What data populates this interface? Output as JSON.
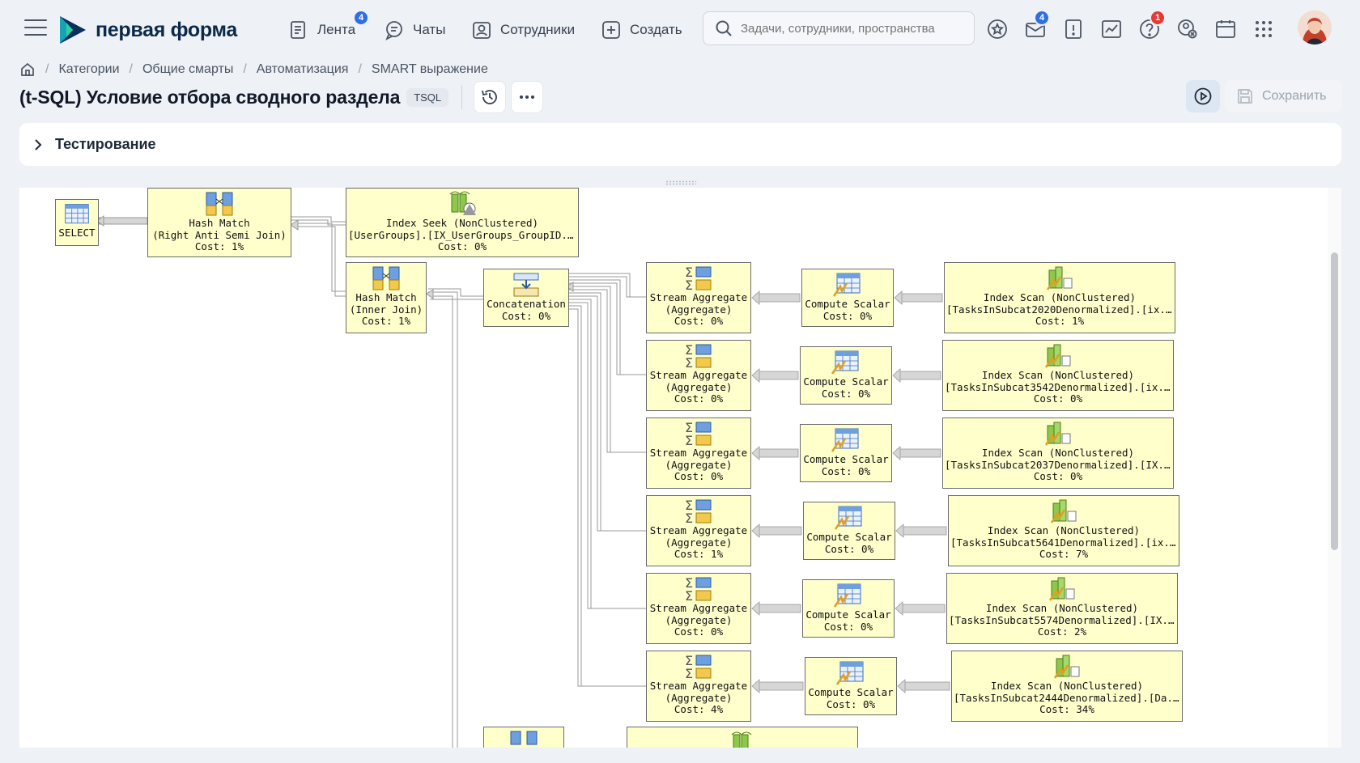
{
  "app": {
    "logo_text": "первая форма"
  },
  "nav": {
    "feed": {
      "label": "Лента",
      "badge": "4"
    },
    "chats": {
      "label": "Чаты"
    },
    "employees": {
      "label": "Сотрудники"
    },
    "create": {
      "label": "Создать"
    }
  },
  "search": {
    "placeholder": "Задачи, сотрудники, пространства"
  },
  "toolbar_badges": {
    "mail": "4",
    "help": "1"
  },
  "breadcrumb": [
    "Категории",
    "Общие смарты",
    "Автоматизация",
    "SMART выражение"
  ],
  "page": {
    "title": "(t-SQL) Условие отбора сводного раздела",
    "tag": "TSQL",
    "save_label": "Сохранить"
  },
  "testing": {
    "label": "Тестирование"
  },
  "plan": {
    "select": {
      "label": "SELECT"
    },
    "hash_anti": {
      "l1": "Hash Match",
      "l2": "(Right Anti Semi Join)",
      "l3": "Cost: 1%"
    },
    "index_seek": {
      "l1": "Index Seek (NonClustered)",
      "l2": "[UserGroups].[IX_UserGroups_GroupID...",
      "l3": "Cost: 0%"
    },
    "hash_inner": {
      "l1": "Hash Match",
      "l2": "(Inner Join)",
      "l3": "Cost: 1%"
    },
    "concat": {
      "l1": "Concatenation",
      "l2": "Cost: 0%"
    },
    "rows": [
      {
        "agg_cost": "Cost: 0%",
        "cs_cost": "Cost: 0%",
        "scan_table": "[TasksInSubcat2020Denormalized].[ix...",
        "scan_cost": "Cost: 1%"
      },
      {
        "agg_cost": "Cost: 0%",
        "cs_cost": "Cost: 0%",
        "scan_table": "[TasksInSubcat3542Denormalized].[ix...",
        "scan_cost": "Cost: 0%"
      },
      {
        "agg_cost": "Cost: 0%",
        "cs_cost": "Cost: 0%",
        "scan_table": "[TasksInSubcat2037Denormalized].[IX...",
        "scan_cost": "Cost: 0%"
      },
      {
        "agg_cost": "Cost: 1%",
        "cs_cost": "Cost: 0%",
        "scan_table": "[TasksInSubcat5641Denormalized].[ix...",
        "scan_cost": "Cost: 7%"
      },
      {
        "agg_cost": "Cost: 0%",
        "cs_cost": "Cost: 0%",
        "scan_table": "[TasksInSubcat5574Denormalized].[IX...",
        "scan_cost": "Cost: 2%"
      },
      {
        "agg_cost": "Cost: 4%",
        "cs_cost": "Cost: 0%",
        "scan_table": "[TasksInSubcat2444Denormalized].[Da...",
        "scan_cost": "Cost: 34%"
      }
    ],
    "labels": {
      "stream_aggregate": "Stream Aggregate",
      "aggregate": "(Aggregate)",
      "compute_scalar": "Compute Scalar",
      "index_scan": "Index Scan (NonClustered)"
    }
  }
}
